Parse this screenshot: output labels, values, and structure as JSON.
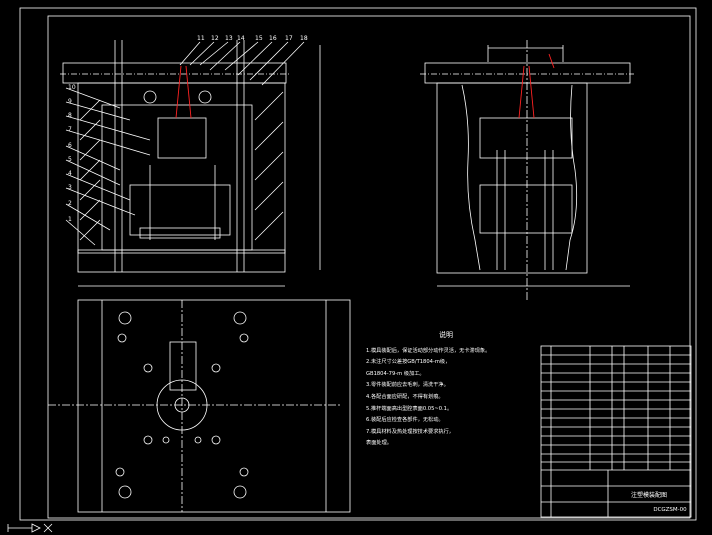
{
  "drawing": {
    "notes_title": "说明",
    "notes": [
      "1.模具装配后，保证活动部分动作灵活，无卡滞现象。",
      "2.未注尺寸公差按GB/T1804-m级，",
      "GB1804-79-m 级加工。",
      "3.零件装配前应去毛刺，清洗干净。",
      "4.各配合面应研配，不得有划痕。",
      "5.推杆端面高出型腔表面0.05~0.1。",
      "6.装配后应检查各部件，无松动。",
      "7.模具材料及热处理按技术要求执行，",
      "表面处理。"
    ],
    "title_block_name": "注塑模装配图",
    "title_block_code": "DCGZSM-00",
    "part_numbers_left": [
      "10",
      "9",
      "8",
      "7",
      "6",
      "5",
      "4",
      "3",
      "2",
      "1"
    ],
    "part_numbers_top": [
      "11",
      "12",
      "13",
      "14",
      "15",
      "16",
      "17",
      "18"
    ],
    "accent_line": "#ff2222",
    "frame_color": "#ffffff"
  }
}
